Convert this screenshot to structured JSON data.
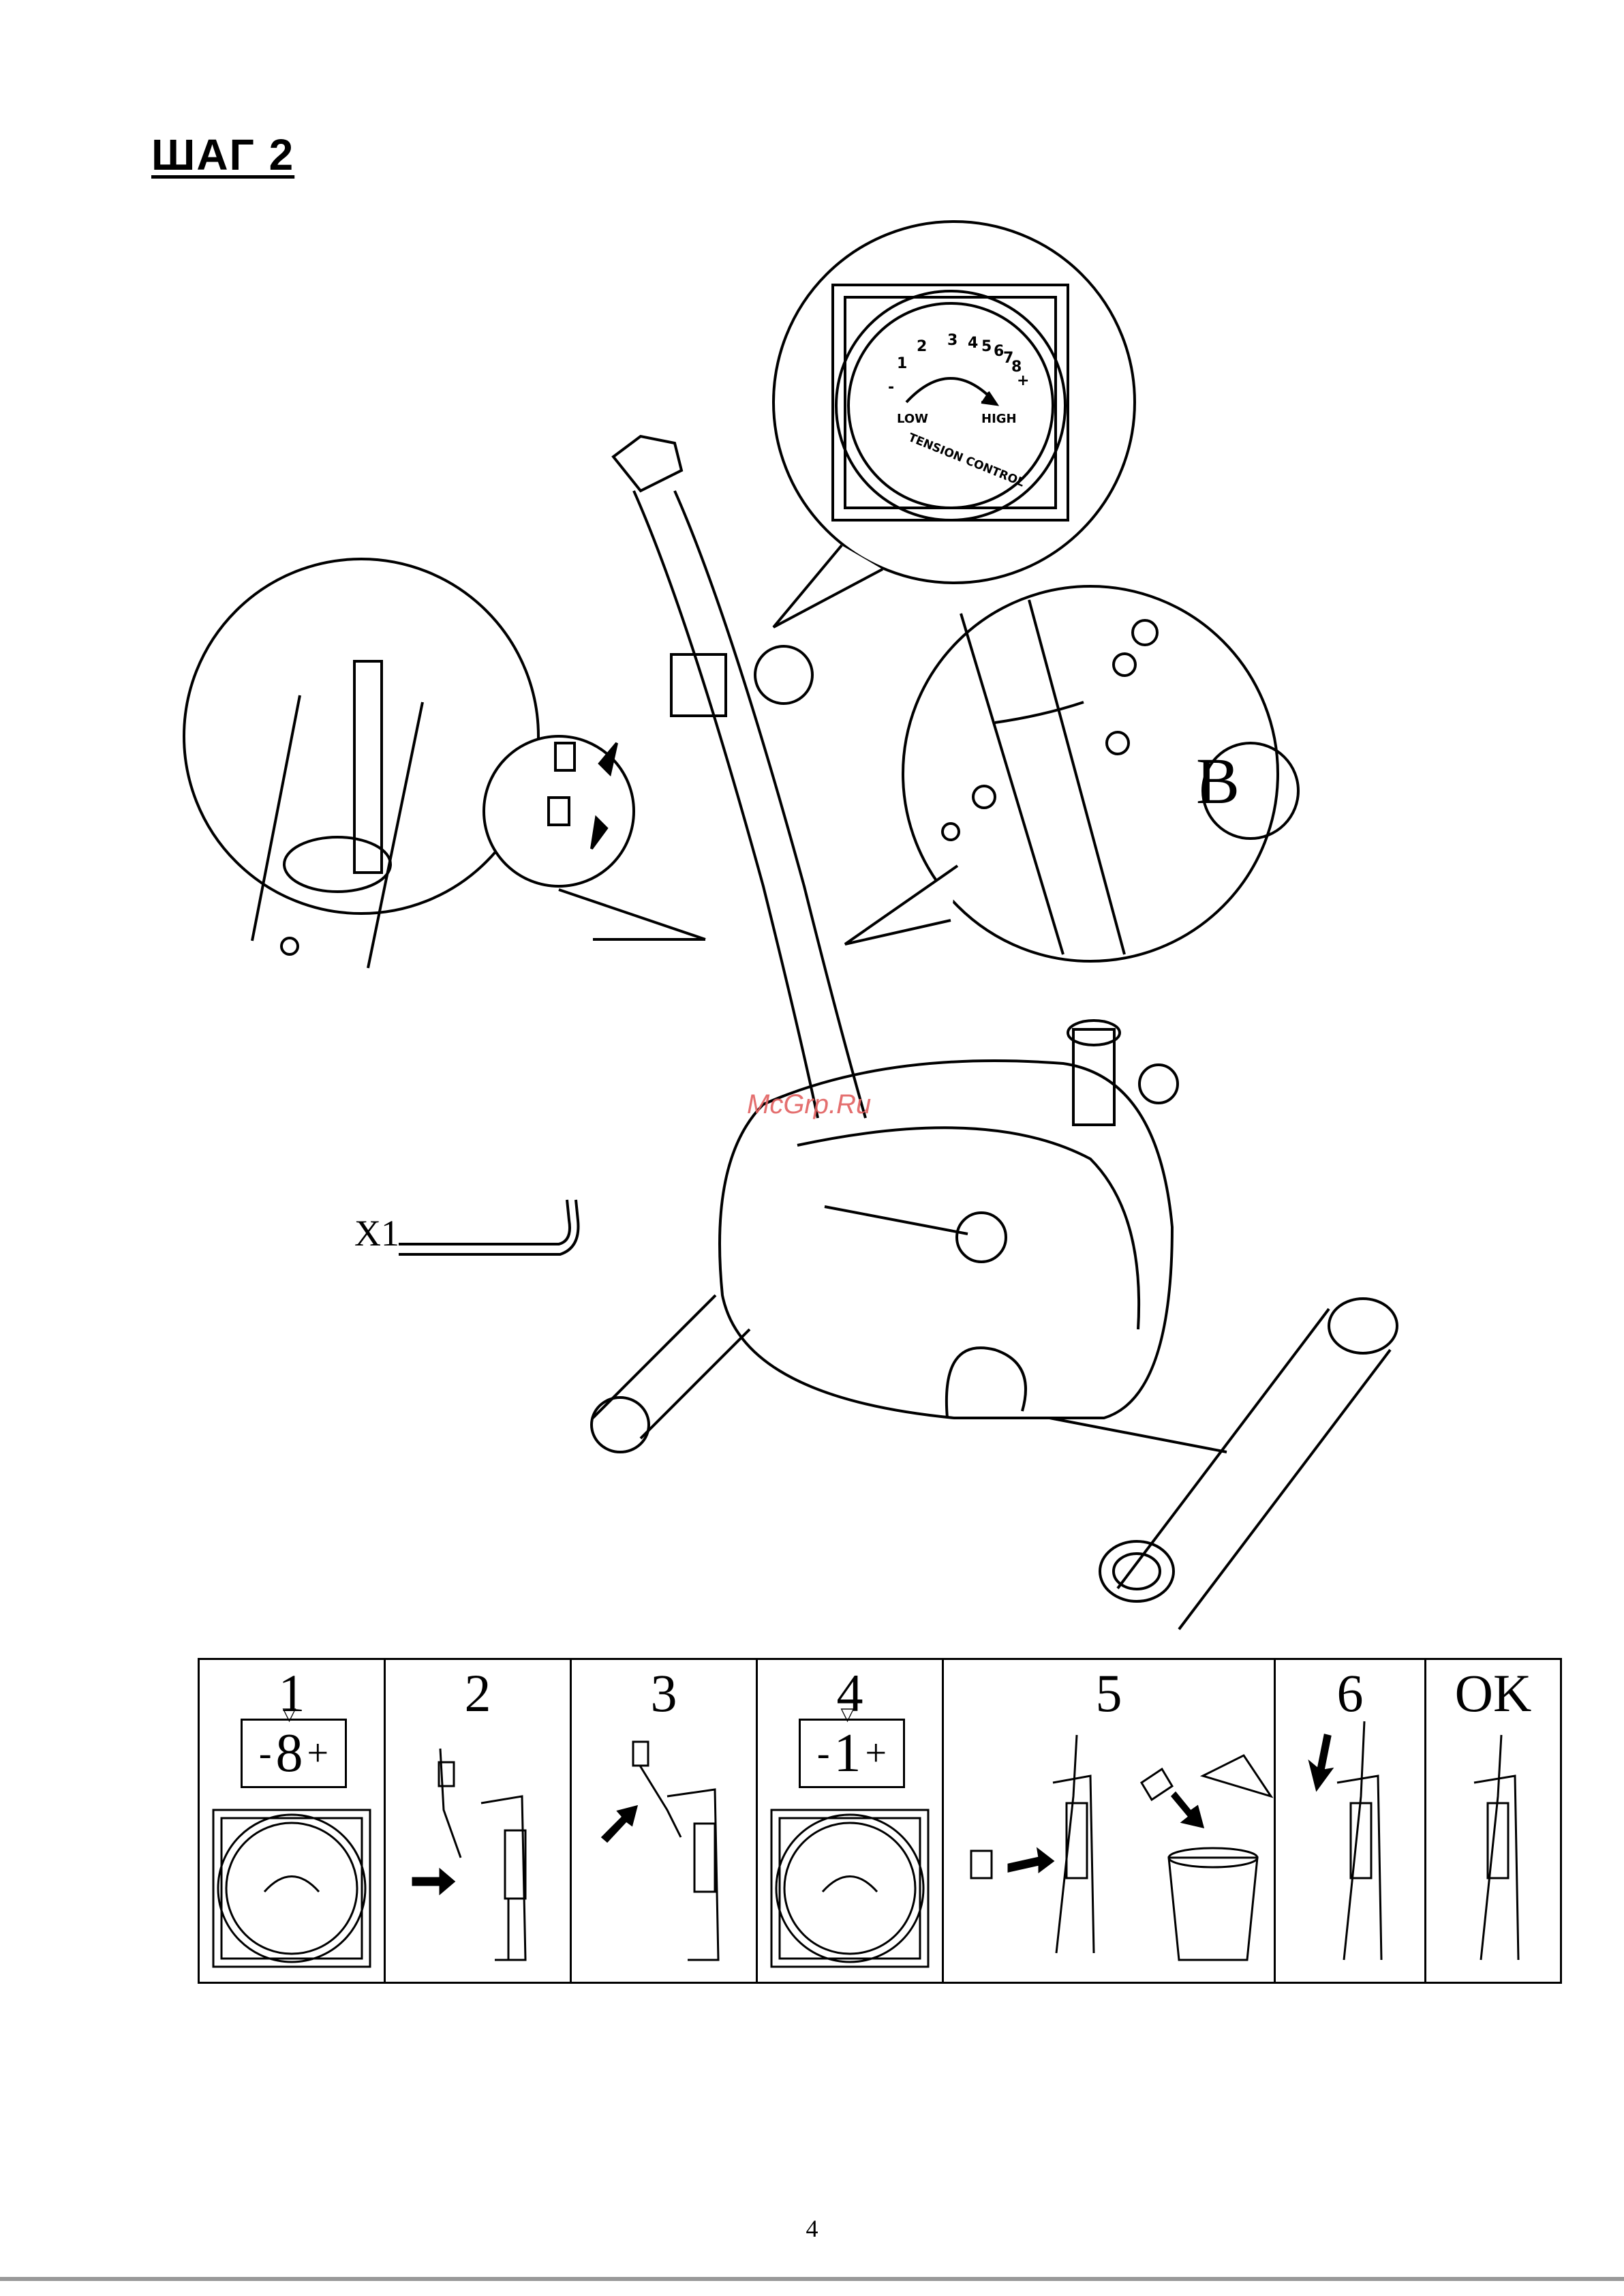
{
  "page": {
    "title": "ШАГ 2",
    "watermark": "McGrp.Ru",
    "page_number": "4"
  },
  "main_figure": {
    "tool_label": "X1",
    "zoom_b_label": "B",
    "tension_dial": {
      "low_label": "LOW",
      "high_label": "HIGH",
      "control_label": "TENSION CONTROL",
      "numbers": [
        "-",
        "1",
        "2",
        "3",
        "4",
        "5",
        "6",
        "7",
        "8",
        "+"
      ]
    }
  },
  "steps": [
    {
      "number": "1",
      "dial_setting": "8",
      "minus": "-",
      "plus": "+"
    },
    {
      "number": "2"
    },
    {
      "number": "3"
    },
    {
      "number": "4",
      "dial_setting": "1",
      "minus": "-",
      "plus": "+"
    },
    {
      "number": "5"
    },
    {
      "number": "6"
    },
    {
      "number": "OK"
    }
  ],
  "colors": {
    "line": "#000000",
    "watermark": "#e26060",
    "page": "#ffffff"
  }
}
